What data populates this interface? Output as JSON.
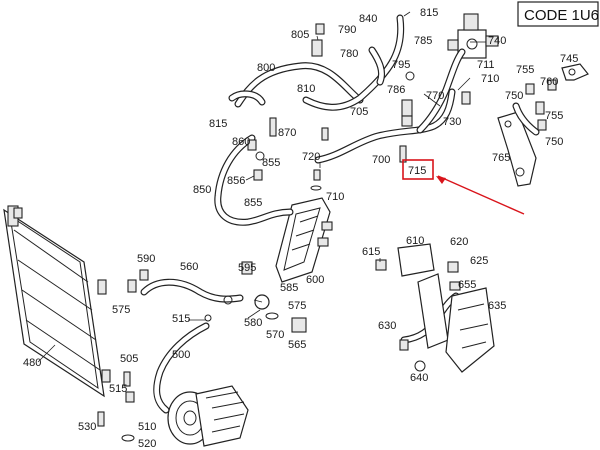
{
  "code_label": "CODE 1U6",
  "highlight": {
    "part": "715",
    "color": "#d9141b"
  },
  "part_labels": {
    "p805": "805",
    "p790": "790",
    "p840": "840",
    "p815a": "815",
    "p780": "780",
    "p785": "785",
    "p740": "740",
    "p711": "711",
    "p745": "745",
    "p800": "800",
    "p795": "795",
    "p755a": "755",
    "p760": "760",
    "p710a": "710",
    "p810": "810",
    "p786": "786",
    "p750a": "750",
    "p770": "770",
    "p705": "705",
    "p755b": "755",
    "p730": "730",
    "p815b": "815",
    "p870": "870",
    "p750b": "750",
    "p720": "720",
    "p860": "860",
    "p855a": "855",
    "p700": "700",
    "p765": "765",
    "p715": "715",
    "p856": "856",
    "p710b": "710",
    "p850": "850",
    "p855b": "855",
    "p610": "610",
    "p620": "620",
    "p615": "615",
    "p625": "625",
    "p590": "590",
    "p560": "560",
    "p595": "595",
    "p655": "655",
    "p600": "600",
    "p635": "635",
    "p575a": "575",
    "p585": "585",
    "p515a": "515",
    "p575b": "575",
    "p630": "630",
    "p580": "580",
    "p480": "480",
    "p500": "500",
    "p570": "570",
    "p565": "565",
    "p505": "505",
    "p640": "640",
    "p515b": "515",
    "p530": "530",
    "p510": "510",
    "p520": "520"
  }
}
